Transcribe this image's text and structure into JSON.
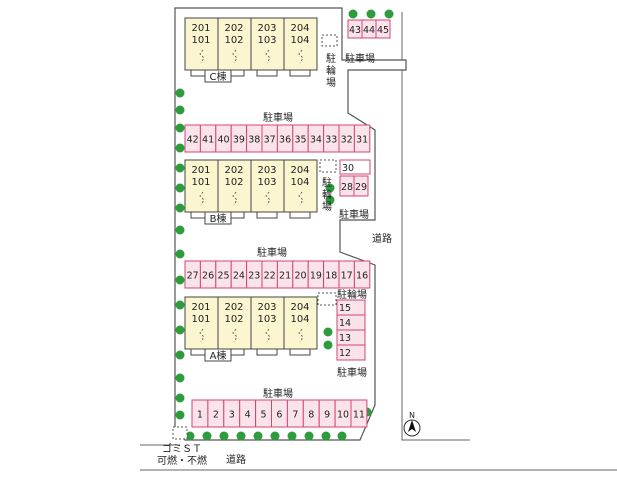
{
  "buildings": [
    {
      "name": "C棟",
      "rooms_top": [
        "201",
        "202",
        "203",
        "204"
      ],
      "rooms_bottom": [
        "101",
        "102",
        "103",
        "104"
      ]
    },
    {
      "name": "B棟",
      "rooms_top": [
        "201",
        "202",
        "203",
        "204"
      ],
      "rooms_bottom": [
        "101",
        "102",
        "103",
        "104"
      ]
    },
    {
      "name": "A棟",
      "rooms_top": [
        "201",
        "202",
        "203",
        "204"
      ],
      "rooms_bottom": [
        "101",
        "102",
        "103",
        "104"
      ]
    }
  ],
  "parking_labels": {
    "top_right": "駐車場",
    "row_31_42": "駐車場",
    "right_28_30": "駐車場",
    "row_16_27": "駐車場",
    "right_12_15": "駐車場",
    "row_1_11": "駐車場"
  },
  "bike_labels": {
    "upper": "駐輪場",
    "middle": "駐輪場",
    "lower": "駐輪場"
  },
  "slots": {
    "top_right": [
      "43",
      "44",
      "45"
    ],
    "row_31_42": [
      "42",
      "41",
      "40",
      "39",
      "38",
      "37",
      "36",
      "35",
      "34",
      "33",
      "32",
      "31"
    ],
    "slot_30": "30",
    "pair_28_29": [
      "28",
      "29"
    ],
    "row_16_27": [
      "27",
      "26",
      "25",
      "24",
      "23",
      "22",
      "21",
      "20",
      "19",
      "18",
      "17",
      "16"
    ],
    "col_12_15": [
      "15",
      "14",
      "13",
      "12"
    ],
    "row_1_11": [
      "1",
      "2",
      "3",
      "4",
      "5",
      "6",
      "7",
      "8",
      "9",
      "10",
      "11"
    ]
  },
  "road_labels": {
    "east": "道路",
    "south": "道路"
  },
  "garbage": {
    "line1": "ゴミＳＴ",
    "line2": "可燃・不燃"
  },
  "compass": {
    "north": "N"
  },
  "colors": {
    "building": "#fbf6cf",
    "parking": "#fbe3ea",
    "parking_border": "#d2447a",
    "tree": "#2e9b3c"
  }
}
